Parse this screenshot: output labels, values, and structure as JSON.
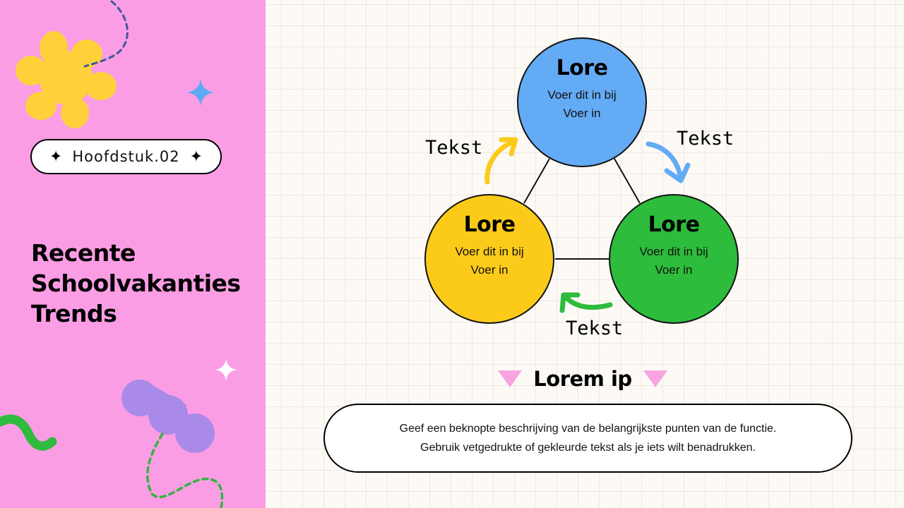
{
  "sidebar": {
    "background": "#fb9de5",
    "chapter_label": "Hoofdstuk.02",
    "chapter_star": "✦",
    "title_lines": [
      "Recente",
      "Schoolvakanties",
      "Trends"
    ]
  },
  "diagram": {
    "nodes": [
      {
        "id": "top",
        "title": "Lore",
        "line1": "Voer dit in bij",
        "line2": "Voer in",
        "color": "#64abf5"
      },
      {
        "id": "left",
        "title": "Lore",
        "line1": "Voer dit in bij",
        "line2": "Voer in",
        "color": "#fccb1a"
      },
      {
        "id": "right",
        "title": "Lore",
        "line1": "Voer dit in bij",
        "line2": "Voer in",
        "color": "#2dbc3c"
      }
    ],
    "arrows": [
      {
        "from": "left",
        "to": "top",
        "label": "Tekst",
        "color": "#fccb1a"
      },
      {
        "from": "top",
        "to": "right",
        "label": "Tekst",
        "color": "#64abf5"
      },
      {
        "from": "right",
        "to": "left",
        "label": "Tekst",
        "color": "#2dbc3c"
      }
    ]
  },
  "section": {
    "title": "Lorem ip",
    "accent": "#f9a3e1",
    "description_lines": [
      "Geef een beknopte beschrijving van de belangrijkste punten van de functie.",
      "Gebruik vetgedrukte of gekleurde tekst als je iets wilt benadrukken."
    ]
  }
}
